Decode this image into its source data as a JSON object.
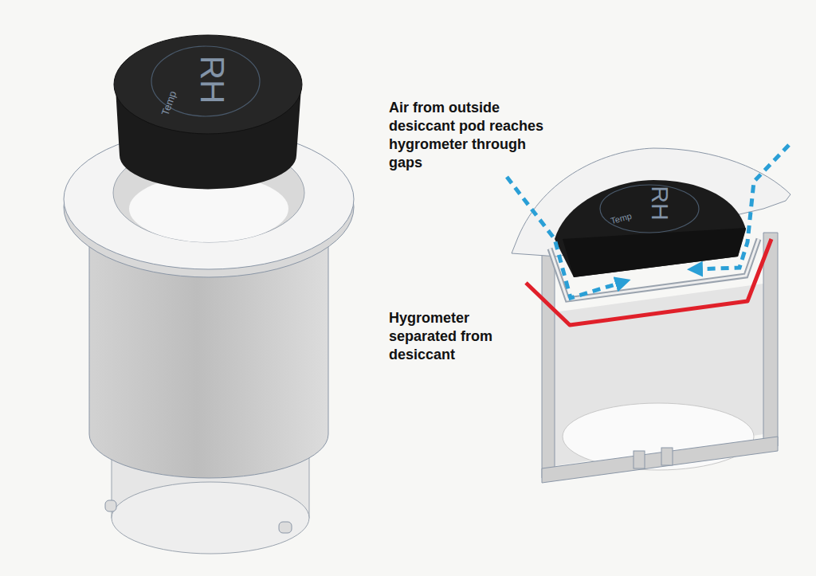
{
  "diagram": {
    "labels": [
      "RH",
      "Temp",
      "Air from outside desiccant pod reaches hygrometer through gaps",
      "RH",
      "Temp",
      "Hygrometer separated from desiccant"
    ]
  }
}
